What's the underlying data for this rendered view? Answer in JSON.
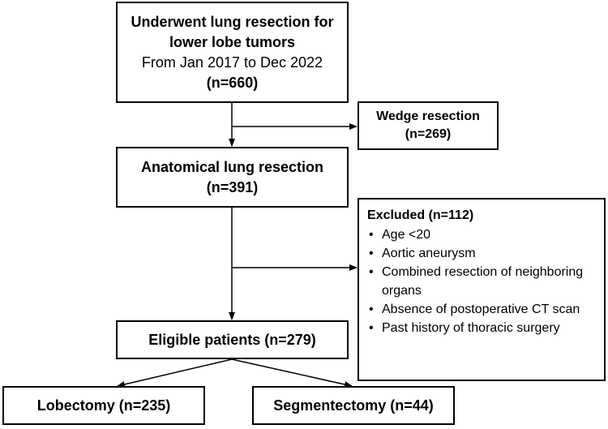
{
  "flow": {
    "start": {
      "line1": "Underwent lung resection for",
      "line2": "lower lobe tumors",
      "line3": "From Jan 2017 to Dec 2022",
      "count": "(n=660)"
    },
    "wedge": {
      "label": "Wedge resection",
      "count": "(n=269)"
    },
    "anatomical": {
      "label": "Anatomical lung resection",
      "count": "(n=391)"
    },
    "excluded": {
      "title": "Excluded (n=112)",
      "items": [
        "Age <20",
        "Aortic aneurysm",
        "Combined resection of neighboring organs",
        "Absence of postoperative CT scan",
        "Past history of thoracic surgery"
      ]
    },
    "eligible": {
      "label": "Eligible patients (n=279)"
    },
    "lobectomy": {
      "label": "Lobectomy (n=235)"
    },
    "segmentectomy": {
      "label": "Segmentectomy (n=44)"
    }
  }
}
